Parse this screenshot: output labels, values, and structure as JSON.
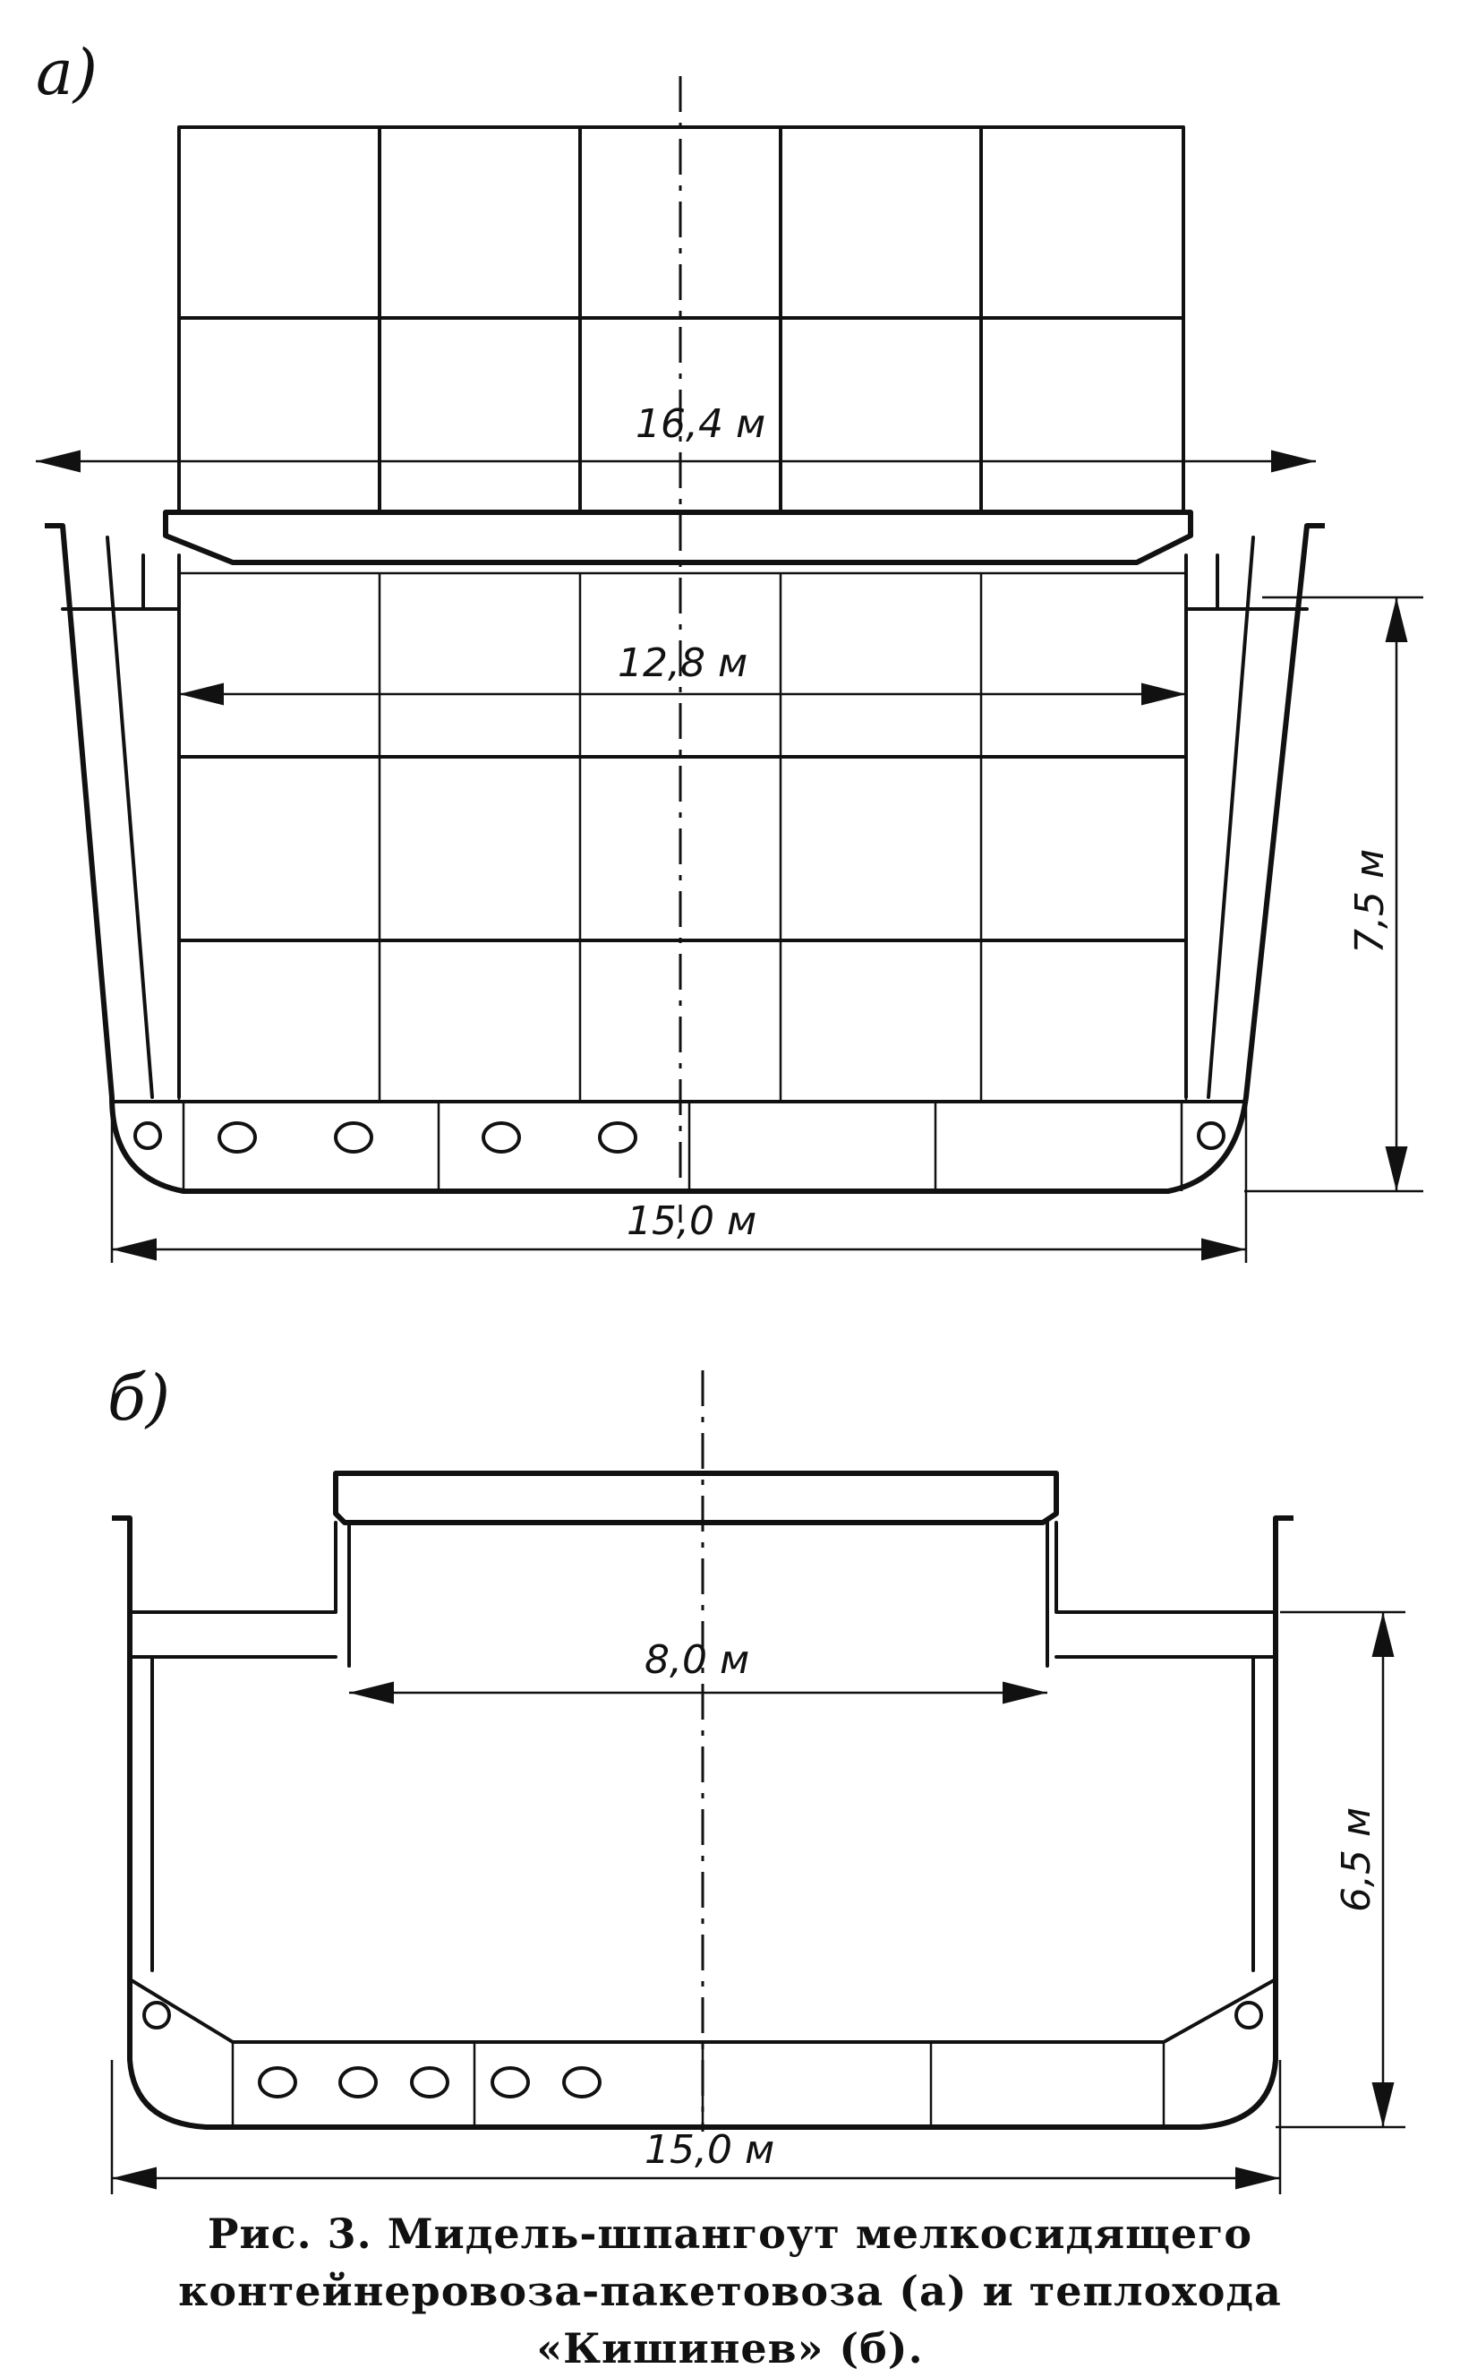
{
  "figure": {
    "panel_a": {
      "label": "а)",
      "dim_top": "16,4 м",
      "dim_hatch": "12,8 м",
      "dim_height": "7,5 м",
      "dim_bottom": "15,0 м"
    },
    "panel_b": {
      "label": "б)",
      "dim_hatch": "8,0 м",
      "dim_height": "6,5 м",
      "dim_bottom": "15,0 м"
    },
    "caption": "Рис. 3. Мидель-шпангоут мелкосидящего контейнеровоза-пакетовоза (а) и теплохода «Кишинев» (б)."
  }
}
